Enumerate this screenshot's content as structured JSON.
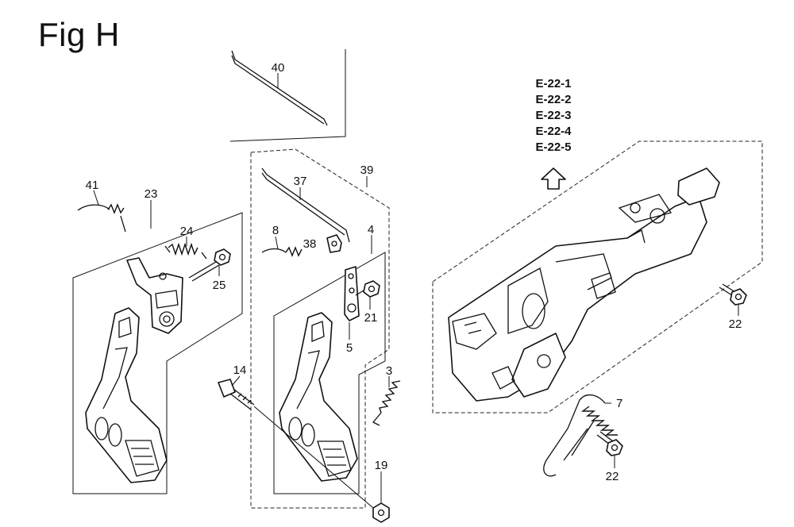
{
  "figure": {
    "title": "Fig H",
    "callouts": [
      "40",
      "39",
      "37",
      "41",
      "23",
      "24",
      "25",
      "8",
      "38",
      "4",
      "21",
      "5",
      "14",
      "3",
      "19",
      "7",
      "22",
      "22"
    ],
    "reference_codes": [
      "E-22-1",
      "E-22-2",
      "E-22-3",
      "E-22-4",
      "E-22-5"
    ]
  }
}
